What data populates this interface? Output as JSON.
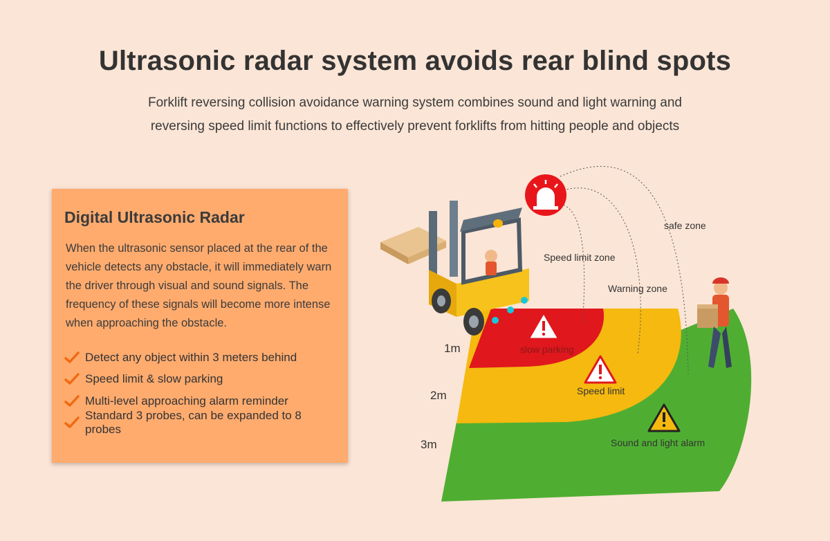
{
  "header": {
    "title": "Ultrasonic radar system avoids rear blind spots",
    "subtitle_line1": "Forklift reversing collision avoidance warning system combines sound and light warning and",
    "subtitle_line2": "reversing speed limit functions to effectively prevent forklifts from hitting people and objects"
  },
  "info_box": {
    "title": "Digital Ultrasonic Radar",
    "description": "When the ultrasonic sensor placed at the rear of the vehicle detects any obstacle, it will immediately warn the driver through visual and sound signals. The frequency of these signals will become more intense when approaching the obstacle.",
    "features": [
      "Detect any object within 3 meters behind",
      "Speed limit & slow parking",
      "Multi-level approaching alarm reminder",
      "Standard 3 probes, can be expanded to 8 probes"
    ]
  },
  "diagram": {
    "zone_labels": {
      "speed_limit_zone": "Speed limit zone",
      "warning_zone": "Warning zone",
      "safe_zone": "safe zone"
    },
    "warnings": {
      "red": "slow parking",
      "yellow": "Speed limit",
      "green": "Sound and light alarm"
    },
    "distances": [
      "1m",
      "2m",
      "3m"
    ],
    "colors": {
      "red_zone": "#e0171d",
      "yellow_zone": "#f5b90f",
      "green_zone": "#4fae32",
      "alarm_light": "#e8161b"
    }
  },
  "colors": {
    "background": "#fbe5d6",
    "box": "#ffab6e",
    "check": "#ef6a12"
  }
}
